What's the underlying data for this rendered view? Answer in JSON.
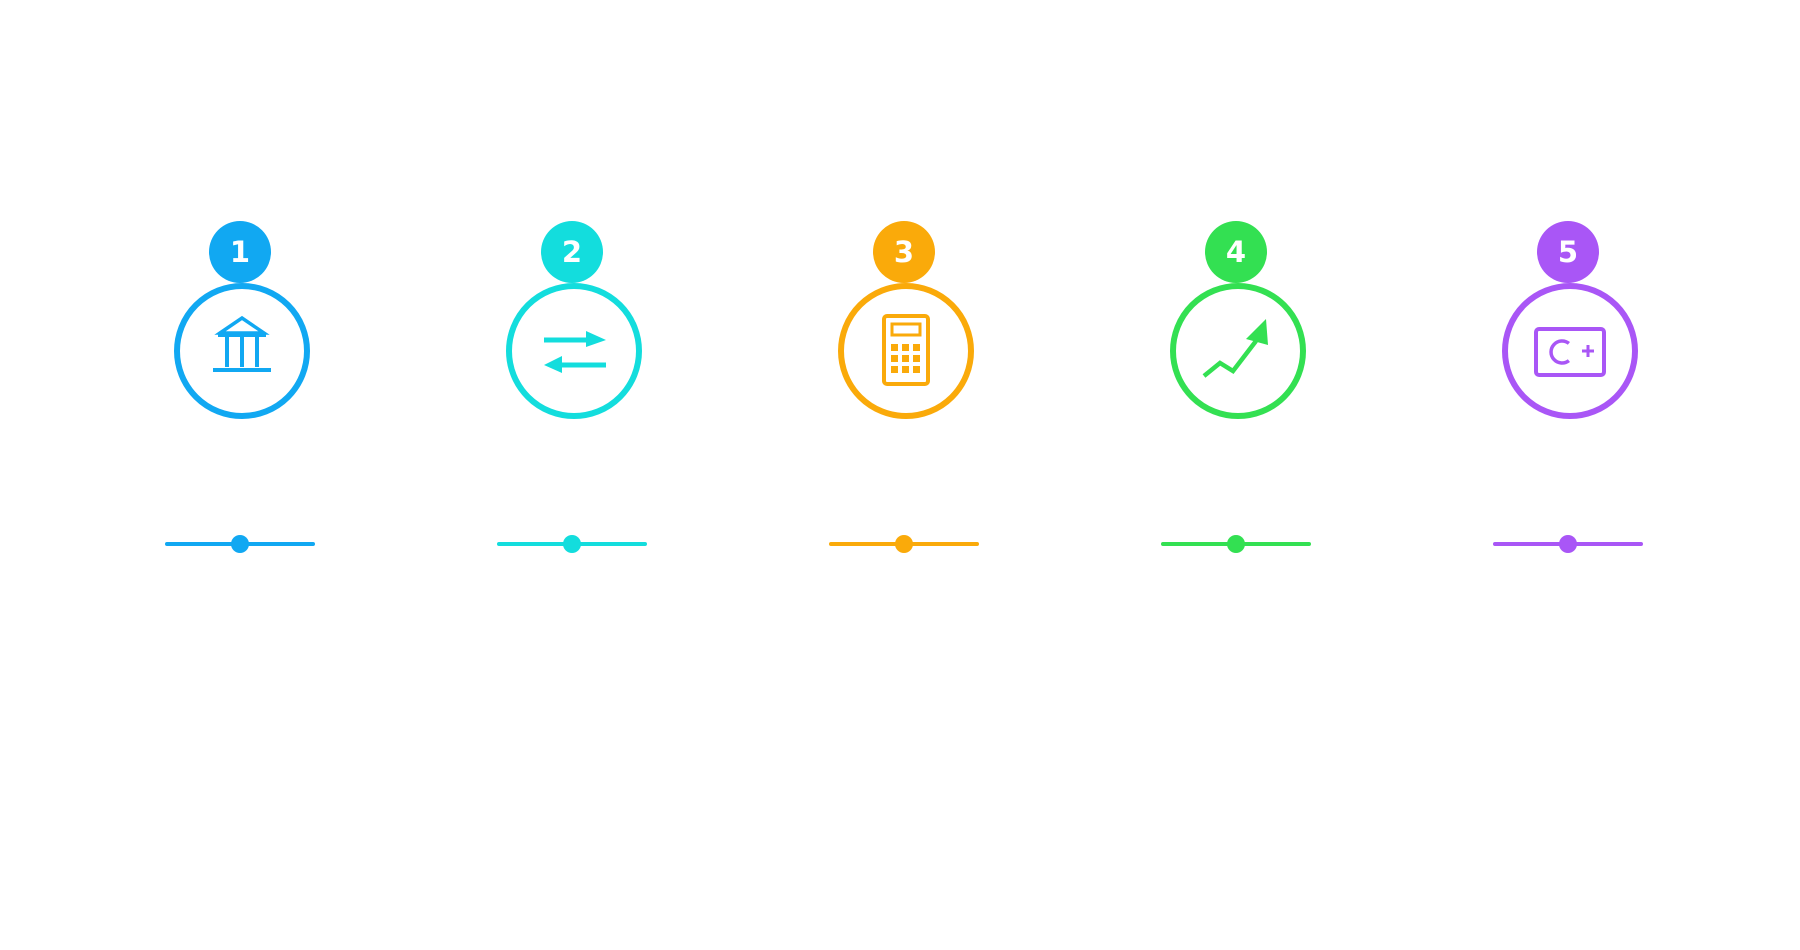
{
  "steps": [
    {
      "number": "1",
      "icon": "bank-icon",
      "color": "#11A8F2",
      "slider_level": 0.5
    },
    {
      "number": "2",
      "icon": "transfer-icon",
      "color": "#13DDDD",
      "slider_level": 0.5
    },
    {
      "number": "3",
      "icon": "calculator-icon",
      "color": "#FAAA0A",
      "slider_level": 0.5
    },
    {
      "number": "4",
      "icon": "growth-icon",
      "color": "#33E052",
      "slider_level": 0.5
    },
    {
      "number": "5",
      "icon": "credit-card-icon",
      "color": "#A956F6",
      "slider_level": 0.5
    }
  ]
}
